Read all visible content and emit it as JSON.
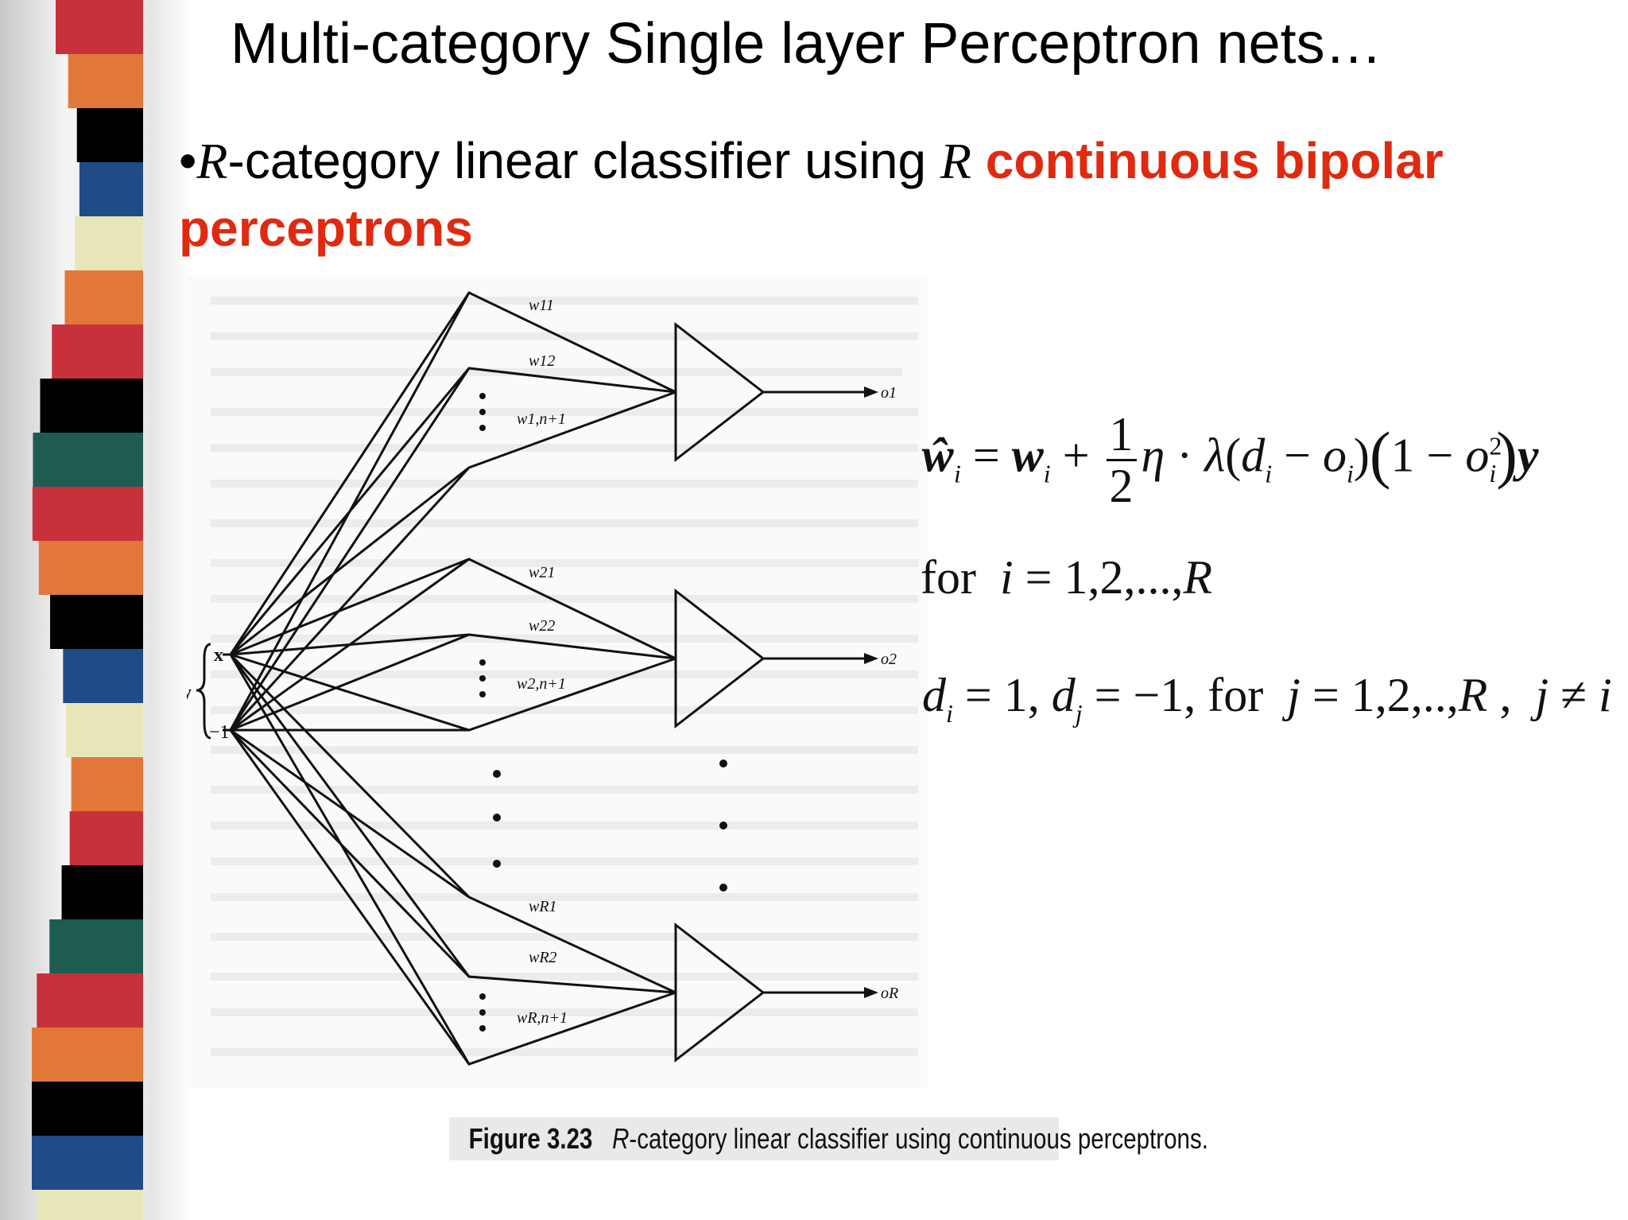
{
  "title": "Multi-category Single layer Perceptron nets…",
  "bullet": {
    "marker": "•",
    "var_R": "R",
    "text_before": "-category linear classifier using ",
    "var_R2": "R",
    "highlight": " continuous bipolar perceptrons"
  },
  "figure": {
    "caption_label": "Figure 3.23",
    "caption_var": "R",
    "caption_text": "-category linear classifier using continuous perceptrons.",
    "inputs": {
      "x": "x",
      "y": "y",
      "minus_one": "−1"
    },
    "weights_1": [
      "w11",
      "w12",
      "w1,n+1"
    ],
    "weights_2": [
      "w21",
      "w22",
      "w2,n+1"
    ],
    "weights_R": [
      "wR1",
      "wR2",
      "wR,n+1"
    ],
    "outputs": [
      "o1",
      "o2",
      "oR"
    ]
  },
  "equations": {
    "update_rule": "ŵi = wi + ½η·λ(di − oi)(1 − oi²)y",
    "range": "for i = 1,2,...,R",
    "targets": "di = 1, dj = −1, for j = 1,2,..,R , j ≠ i"
  },
  "colors": {
    "accent_red": "#e02a10",
    "stripe": [
      "#c8303c",
      "#e2773a",
      "#000000",
      "#1f4b88",
      "#e7e6b8",
      "#e2773a",
      "#c8303c",
      "#000000",
      "#1e5c52"
    ]
  }
}
